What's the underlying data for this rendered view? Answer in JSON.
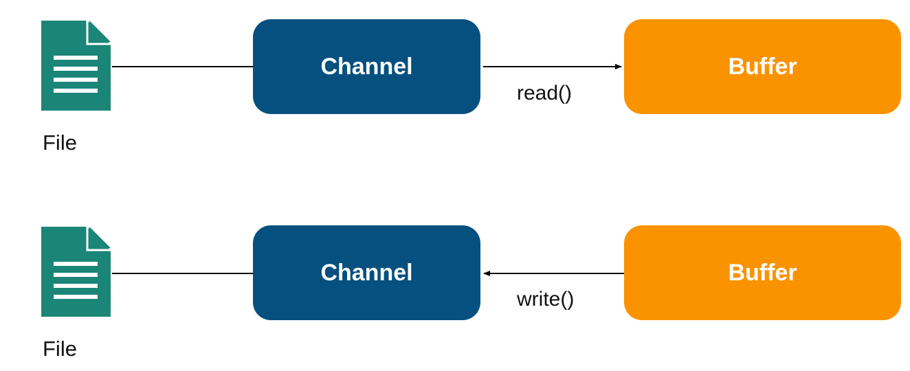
{
  "colors": {
    "file_icon": "#1b8577",
    "channel": "#05507f",
    "buffer": "#fb9300",
    "line": "#000000",
    "text": "#111111"
  },
  "rows": [
    {
      "file_icon": "file-icon",
      "file_label": "File",
      "channel_label": "Channel",
      "buffer_label": "Buffer",
      "operation_label": "read()",
      "arrow_direction": "channel-to-buffer"
    },
    {
      "file_icon": "file-icon",
      "file_label": "File",
      "channel_label": "Channel",
      "buffer_label": "Buffer",
      "operation_label": "write()",
      "arrow_direction": "buffer-to-channel"
    }
  ]
}
